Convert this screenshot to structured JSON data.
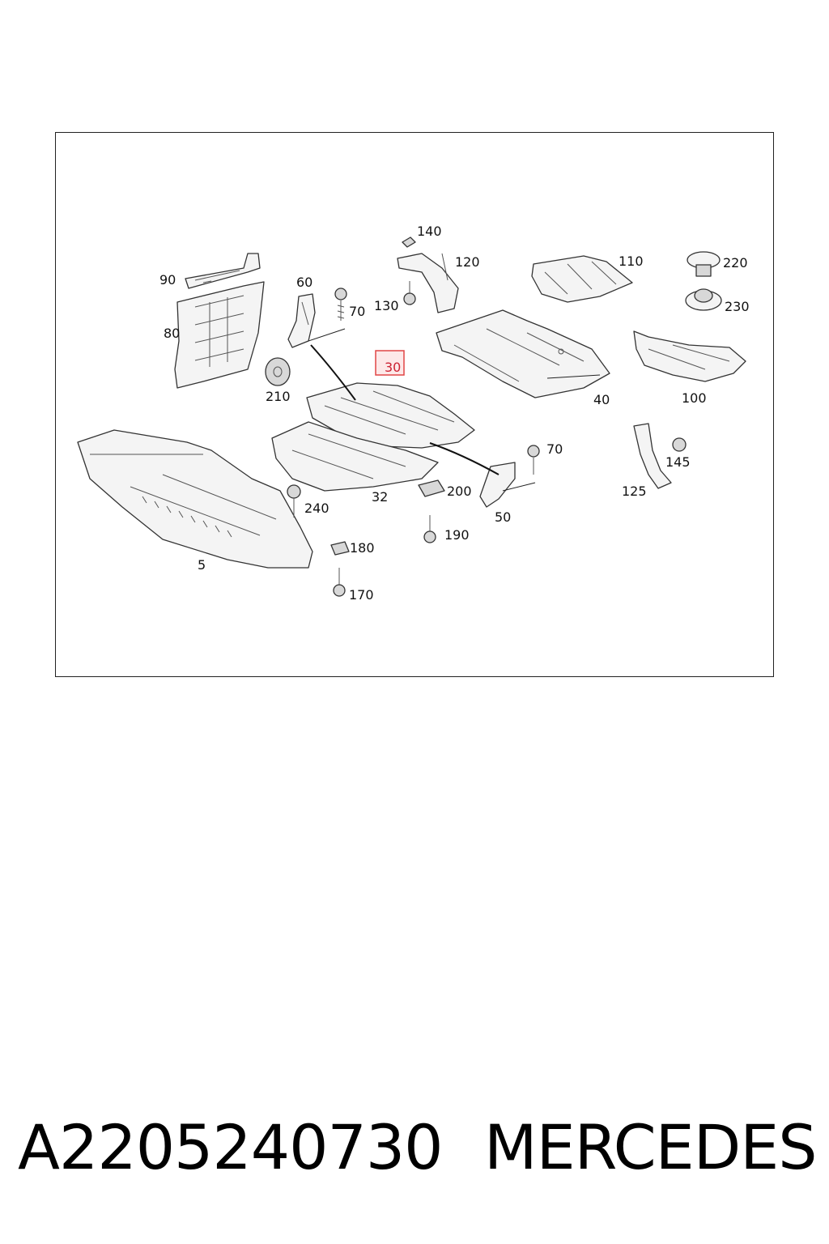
{
  "diagram": {
    "highlighted_callout": "30",
    "callouts": {
      "c90": "90",
      "c80": "80",
      "c60": "60",
      "c70a": "70",
      "c210": "210",
      "c140": "140",
      "c120": "120",
      "c130": "130",
      "c110": "110",
      "c220": "220",
      "c230": "230",
      "c40": "40",
      "c100": "100",
      "c5": "5",
      "c240": "240",
      "c32": "32",
      "c200": "200",
      "c70b": "70",
      "c50": "50",
      "c145": "145",
      "c125": "125",
      "c190": "190",
      "c180": "180",
      "c170": "170"
    }
  },
  "footer": {
    "part_number": "A2205240730",
    "brand": "MERCEDES"
  }
}
